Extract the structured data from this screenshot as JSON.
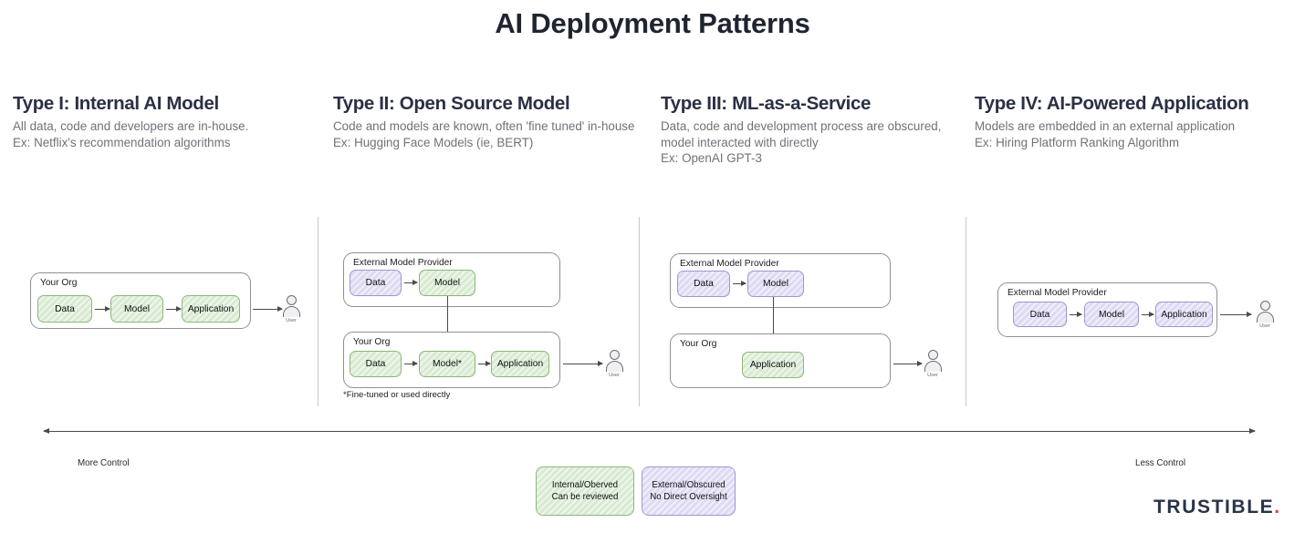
{
  "title": "AI Deployment Patterns",
  "columns": [
    {
      "title": "Type I: Internal AI Model",
      "desc": "All data, code and developers are in-house.\nEx: Netflix's recommendation algorithms"
    },
    {
      "title": "Type II: Open Source Model",
      "desc": "Code and models are known, often 'fine tuned' in-house\nEx: Hugging Face Models (ie, BERT)"
    },
    {
      "title": "Type III: ML-as-a-Service",
      "desc": "Data, code and development process are obscured, model interacted with directly\nEx: OpenAI GPT-3"
    },
    {
      "title": "Type IV: AI-Powered Application",
      "desc": "Models are embedded in an external application\nEx: Hiring Platform Ranking Algorithm"
    }
  ],
  "labels": {
    "your_org": "Your Org",
    "external_model_provider": "External Model Provider",
    "data": "Data",
    "model": "Model",
    "model_star": "Model*",
    "application": "Application",
    "user": "User"
  },
  "type2": {
    "footnote": "*Fine-tuned or used directly"
  },
  "axis": {
    "more_control": "More Control",
    "less_control": "Less Control"
  },
  "legend": [
    {
      "line1": "Internal/Oberved",
      "line2": "Can be reviewed",
      "color": "#d9ead3"
    },
    {
      "line1": "External/Obscured",
      "line2": "No Direct Oversight",
      "color": "#dedaf4"
    }
  ],
  "brand": {
    "name": "TRUSTIBLE",
    "dot": "."
  },
  "colors": {
    "green_fill": "#d9ead3",
    "green_border": "#8cb878",
    "purple_fill": "#dedaf4",
    "purple_border": "#9e98cd",
    "heading": "#2b3044",
    "body_text": "#6f7278",
    "brand_navy": "#2b3349",
    "brand_red": "#e0403f"
  }
}
